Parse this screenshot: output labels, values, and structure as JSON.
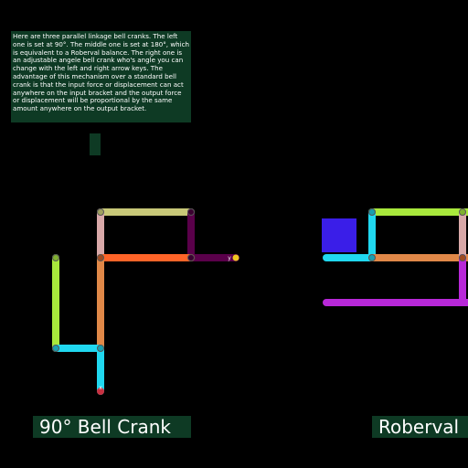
{
  "info": {
    "text": "Here are three parallel linkage bell cranks. The left one is set at 90°. The middle one is set at 180°, which is equivalent to a Roberval balance. The right one is an adjustable angele bell crank who's angle you can change with the left and right arrow keys. The advantage of this mechanism over a standard bell crank is that the input force or displacement can act anywhere on the input bracket and the output force or displacement will be proportional by the same amount  anywhere on the output bracket."
  },
  "labels": {
    "bell_crank": "90° Bell Crank",
    "roberval": "Roberval"
  },
  "markers": {
    "x_mark": "x",
    "y_mark": "y"
  },
  "colors": {
    "background": "#000000",
    "panel": "#0e3a24",
    "khaki": "#c8c878",
    "pink": "#d8a8a8",
    "orange": "#e08848",
    "red_orange": "#ff6428",
    "purple": "#5a004a",
    "lime": "#a8e83c",
    "cyan": "#20d8f0",
    "magenta": "#b828d8",
    "blue": "#3a1ee8",
    "yellow": "#f0c820"
  }
}
